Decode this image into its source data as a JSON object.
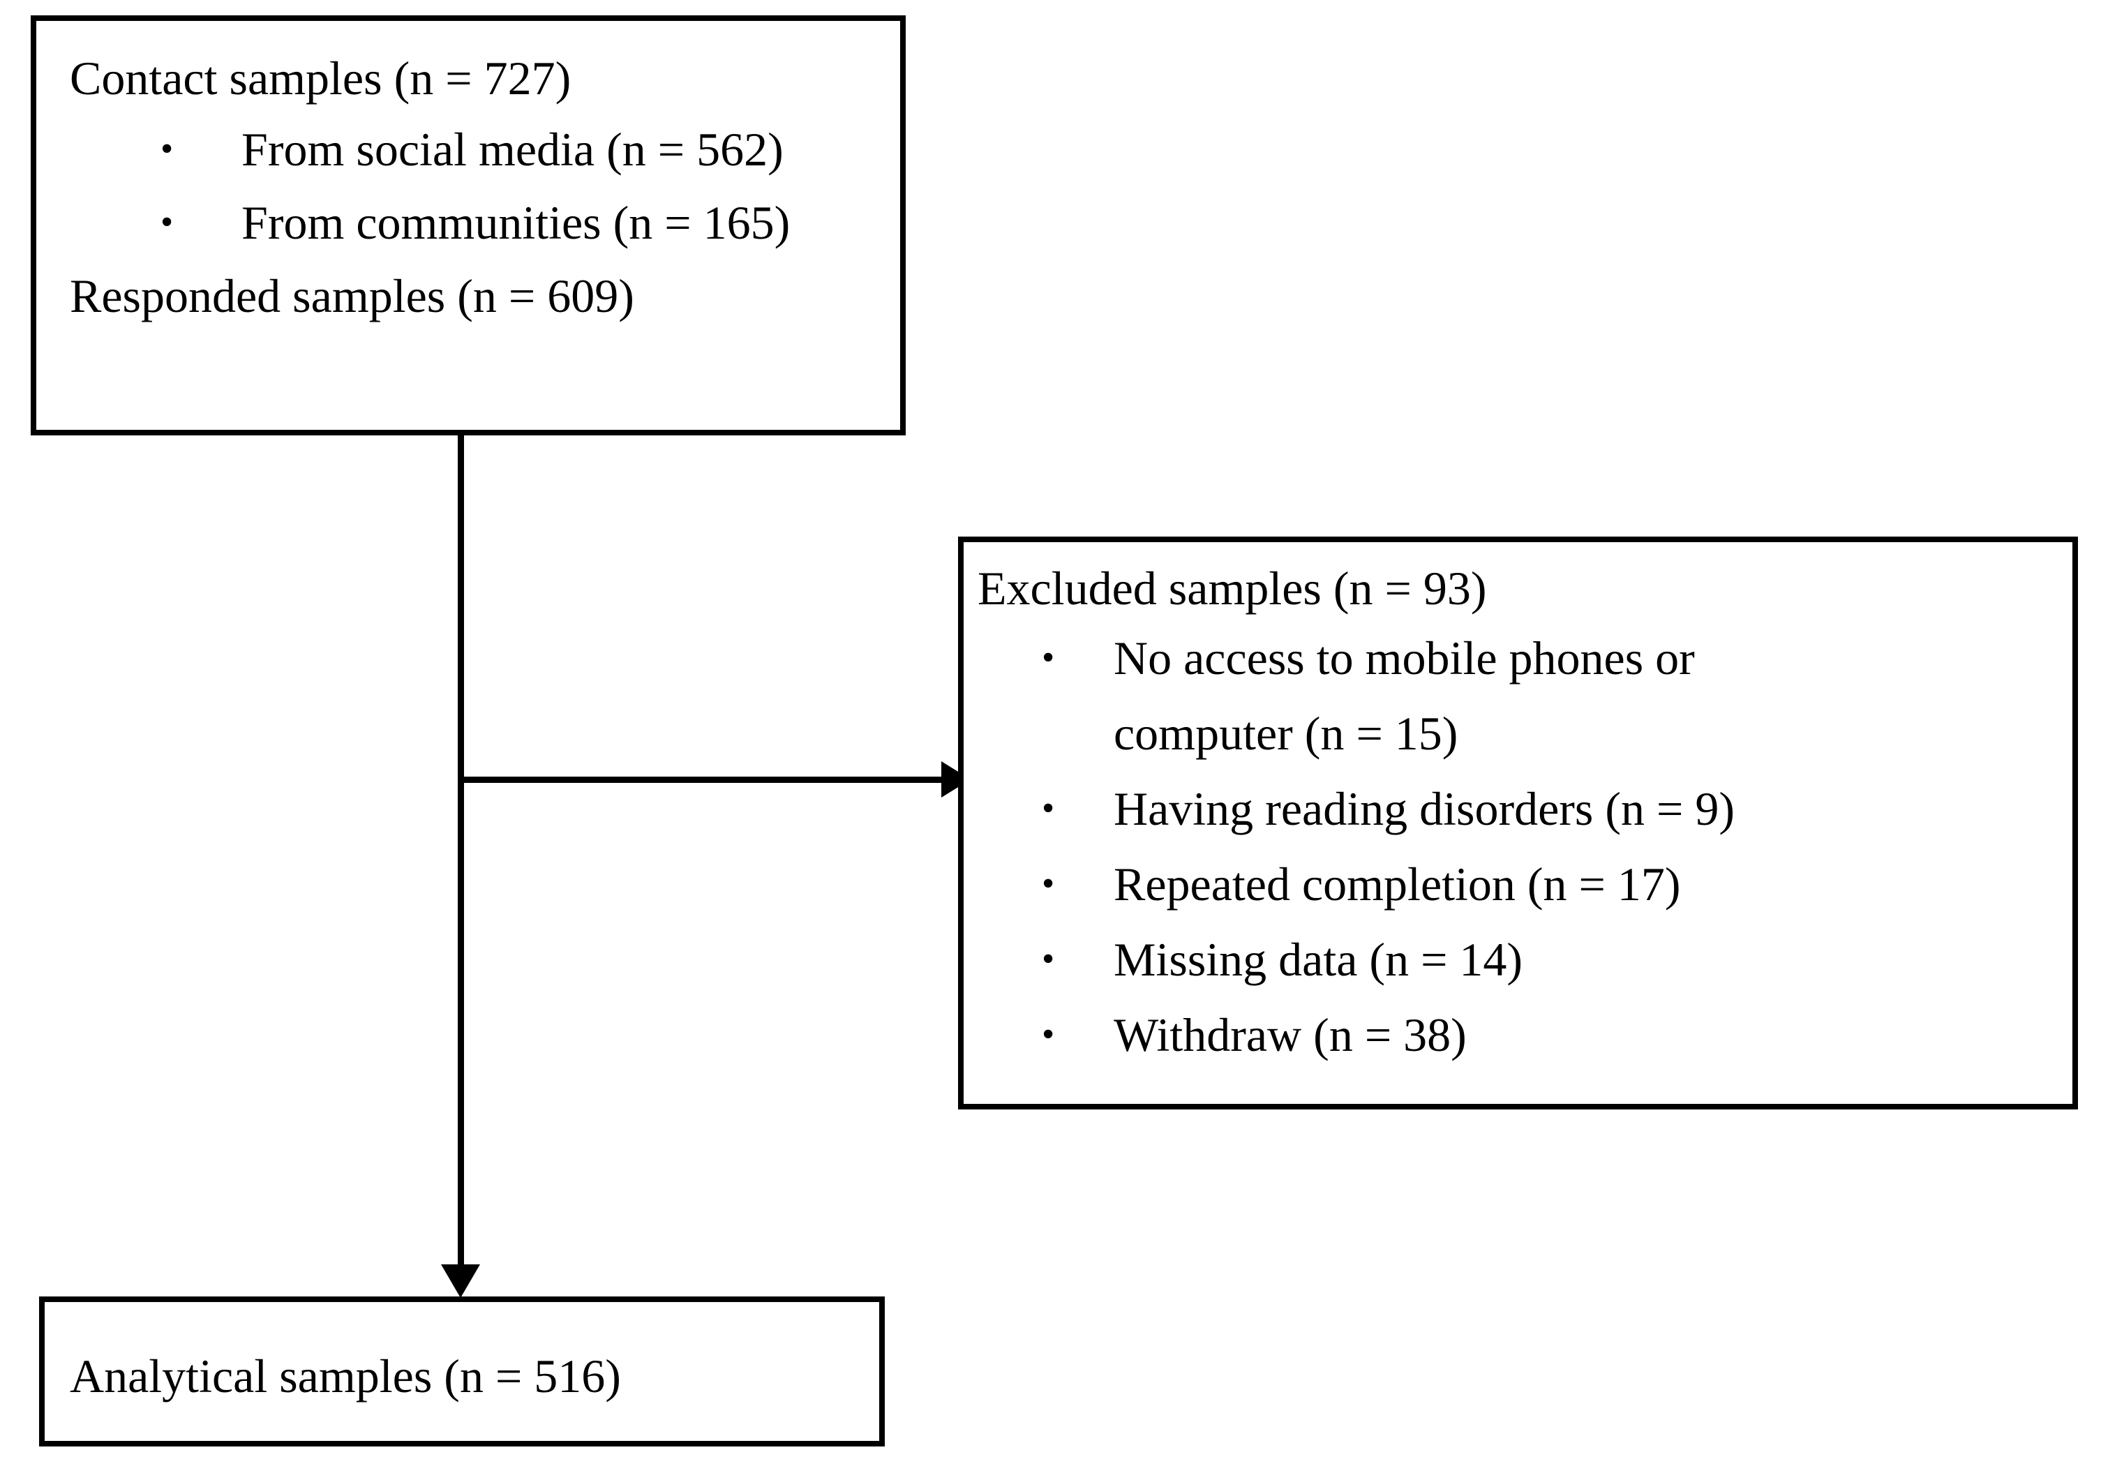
{
  "figure": {
    "type": "flowchart",
    "description": "Participant selection flow diagram",
    "colors": {
      "stroke": "#000000",
      "background": "#ffffff",
      "text": "#000000"
    }
  },
  "boxes": {
    "contact": {
      "heading": "Contact samples (n = 727)",
      "bullets": [
        "From social media (n = 562)",
        "From communities (n = 165)"
      ],
      "footer": "Responded samples (n = 609)"
    },
    "excluded": {
      "heading": "Excluded samples (n = 93)",
      "bullets": [
        {
          "line1": "No access to mobile phones or",
          "line2": "computer (n = 15)"
        },
        {
          "line1": "Having reading disorders (n = 9)"
        },
        {
          "line1": "Repeated completion (n = 17)"
        },
        {
          "line1": "Missing data (n = 14)"
        },
        {
          "line1": "Withdraw (n = 38)"
        }
      ]
    },
    "analytical": {
      "heading": "Analytical samples (n = 516)"
    }
  },
  "bullet_glyph": "•",
  "connectors": {
    "main_vertical": "vertical-line-from-contact-box",
    "branch_to_excluded": "horizontal-arrow-to-excluded-box",
    "arrow_to_analytical": "down-arrow-to-analytical-box"
  }
}
